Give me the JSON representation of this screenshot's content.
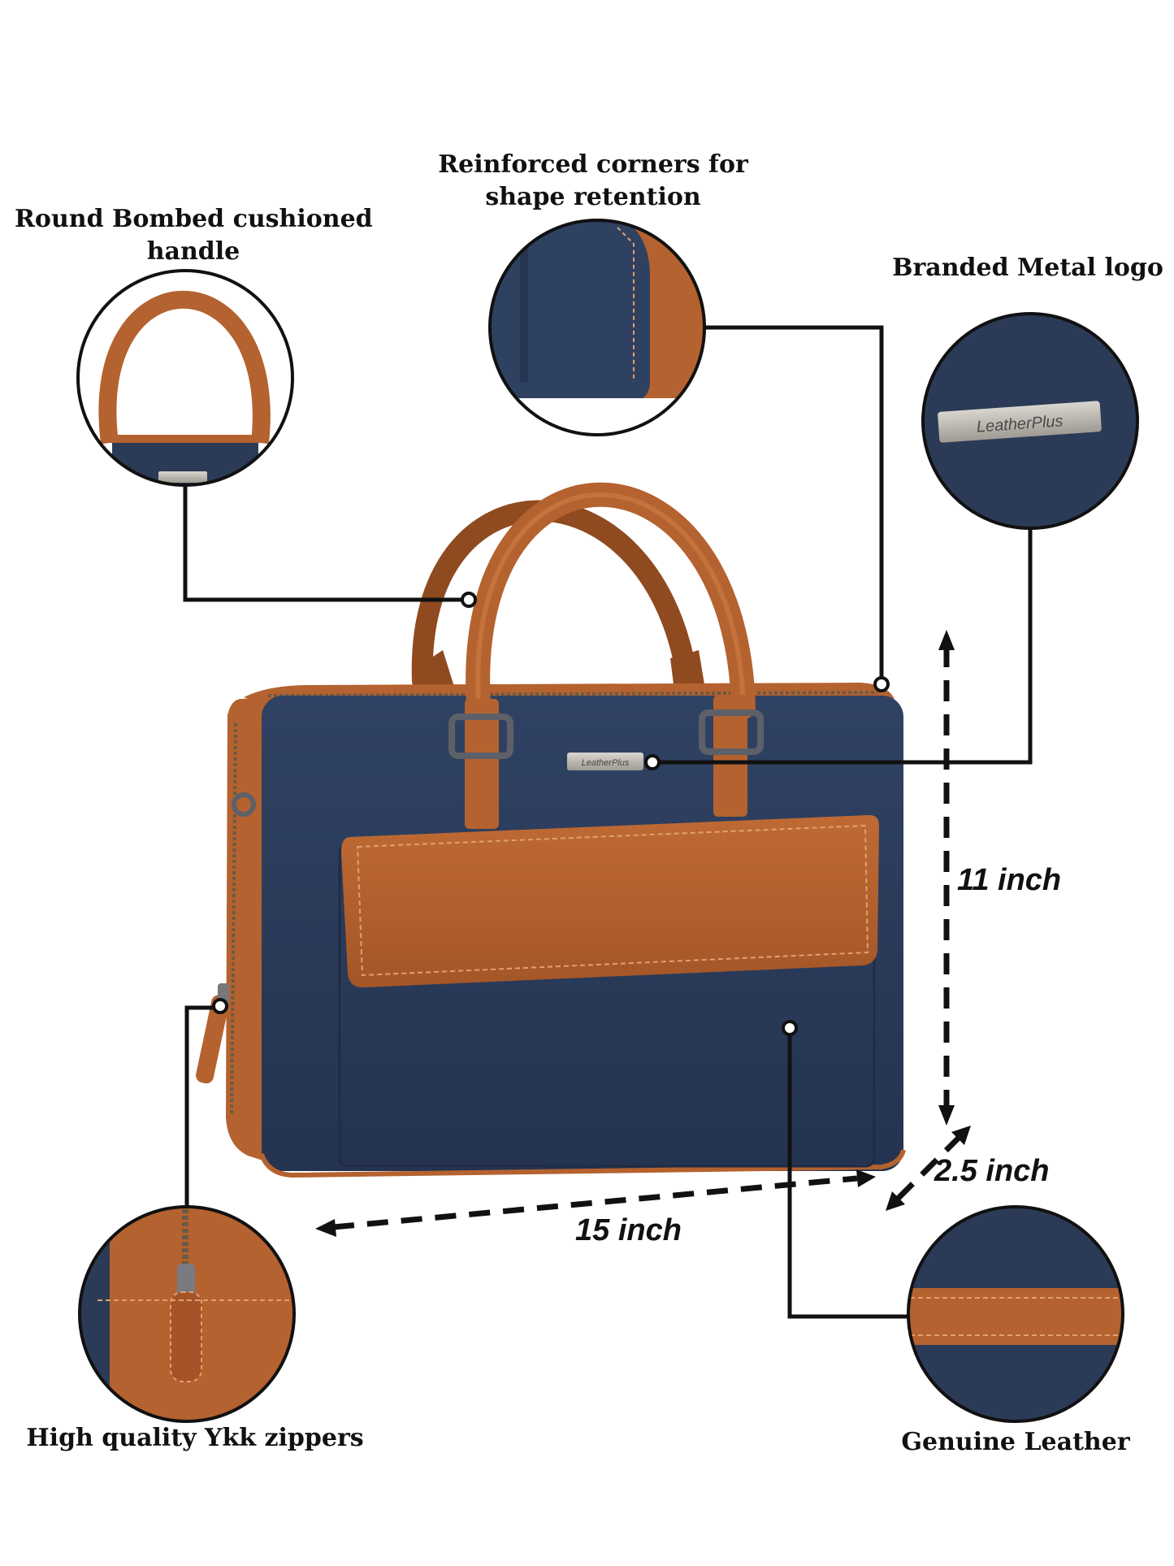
{
  "features": {
    "handle": {
      "line1": "Round Bombed cushioned",
      "line2": "handle"
    },
    "corners": {
      "line1": "Reinforced corners for",
      "line2": "shape retention"
    },
    "logo": {
      "title": "Branded Metal logo"
    },
    "zippers": {
      "title": "High quality Ykk zippers"
    },
    "leather": {
      "title": "Genuine Leather"
    }
  },
  "dimensions": {
    "height": "11 inch",
    "width": "15 inch",
    "depth": "2.5 inch"
  },
  "brand": {
    "name": "LeatherPlus"
  },
  "colors": {
    "navy": "#2b3b57",
    "tan": "#b4622f",
    "tan_dark": "#8f4a20",
    "line": "#111111"
  }
}
